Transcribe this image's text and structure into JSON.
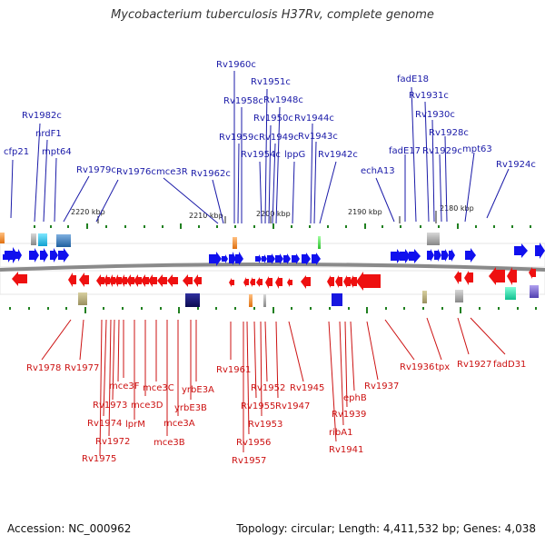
{
  "title": "Mycobacterium tuberculosis H37Rv, complete genome",
  "footer": {
    "accession": "Accession: NC_000962",
    "info": "Topology: circular; Length: 4,411,532 bp; Genes: 4,038"
  },
  "colors": {
    "forward": "#1010ee",
    "reverse": "#ee1010",
    "backbone": "#8a8a8a"
  },
  "scale_ticks": [
    "2220 kbp",
    "2210 kbp",
    "2200 kbp",
    "2190 kbp",
    "2180 kbp"
  ],
  "forward_genes": [
    "cfp21",
    "nrdF1",
    "mpt64",
    "Rv1982c",
    "Rv1979c",
    "Rv1976c",
    "mce3R",
    "Rv1962c",
    "Rv1960c",
    "Rv1959c",
    "Rv1958c",
    "Rv1954c",
    "Rv1951c",
    "Rv1950c",
    "Rv1949c",
    "Rv1948c",
    "lppG",
    "Rv1944c",
    "Rv1943c",
    "Rv1942c",
    "echA13",
    "fadE17",
    "fadE18",
    "Rv1931c",
    "Rv1930c",
    "Rv1929c",
    "Rv1928c",
    "mpt63",
    "Rv1924c"
  ],
  "reverse_genes": [
    "Rv1978",
    "Rv1977",
    "Rv1973",
    "Rv1974",
    "Rv1972",
    "Rv1975",
    "mce3F",
    "lprM",
    "mce3D",
    "mce3C",
    "mce3A",
    "mce3B",
    "yrbE3B",
    "yrbE3A",
    "Rv1961",
    "Rv1956",
    "Rv1957",
    "Rv1955",
    "Rv1953",
    "Rv1952",
    "Rv1947",
    "Rv1945",
    "Rv1941",
    "ribA1",
    "Rv1939",
    "ephB",
    "Rv1937",
    "Rv1936",
    "tpx",
    "Rv1927",
    "fadD31"
  ]
}
